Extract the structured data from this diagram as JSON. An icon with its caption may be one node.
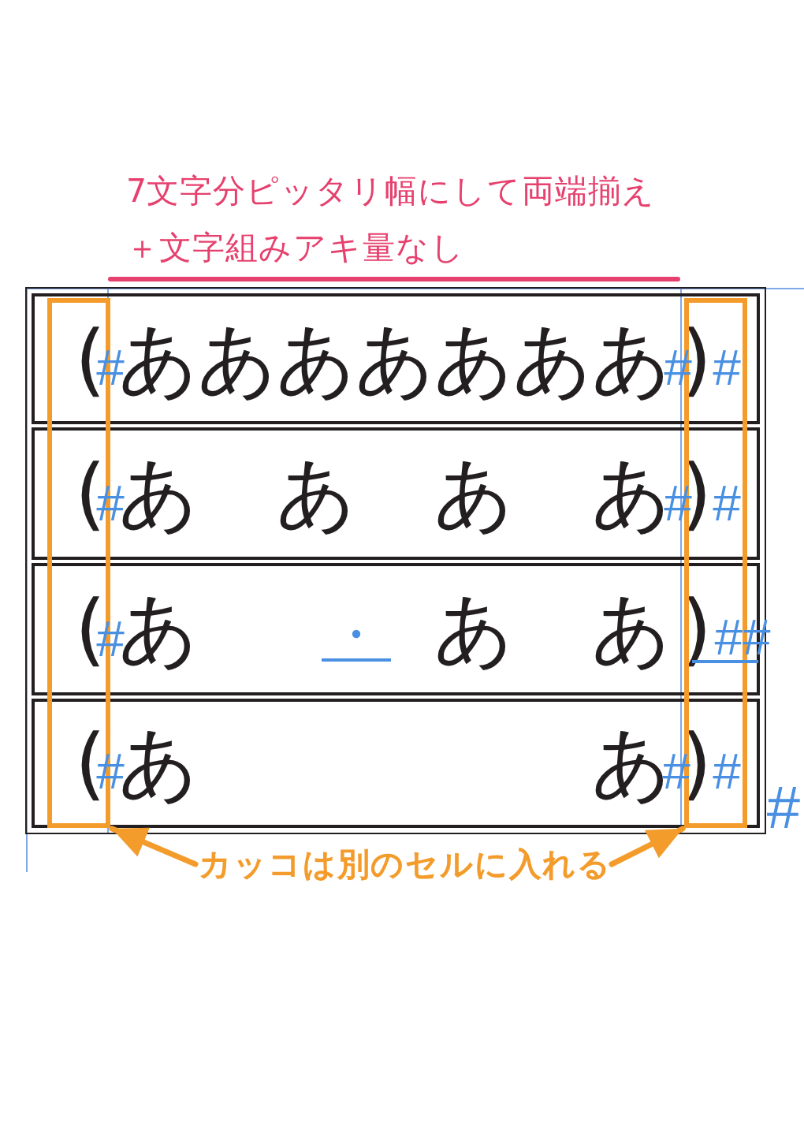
{
  "diagram": {
    "nodes": [
      {
        "text": [
          "("
        ]
      },
      {
        "text": [
          "あああああああ"
        ]
      },
      {
        "text": [
          ")"
        ]
      },
      {
        "text": [
          "("
        ]
      },
      {
        "text": [
          "ああああ"
        ]
      },
      {
        "text": [
          ")"
        ]
      },
      {
        "text": [
          "("
        ]
      },
      {
        "text": [
          "あ ああ"
        ]
      },
      {
        "text": [
          ")"
        ]
      },
      {
        "text": [
          "("
        ]
      },
      {
        "text": [
          "ああ"
        ]
      },
      {
        "text": [
          ")"
        ]
      },
      {
        "text": [],
        "shape": "box"
      },
      {
        "text": [],
        "shape": "box"
      },
      {
        "text": [
          "カッコは別のセルに入れる"
        ]
      }
    ],
    "edges": [
      {
        "from": 14,
        "to": 12,
        "arrow": "to"
      },
      {
        "from": 14,
        "to": 13,
        "arrow": "to"
      }
    ],
    "labels": [
      "7文字分ピッタリ幅にして両端揃え＋文字組みアキ量なし",
      "#",
      "#",
      "#",
      "#",
      "#",
      "#",
      "#",
      "##",
      "#",
      "#",
      "#",
      "#"
    ]
  }
}
